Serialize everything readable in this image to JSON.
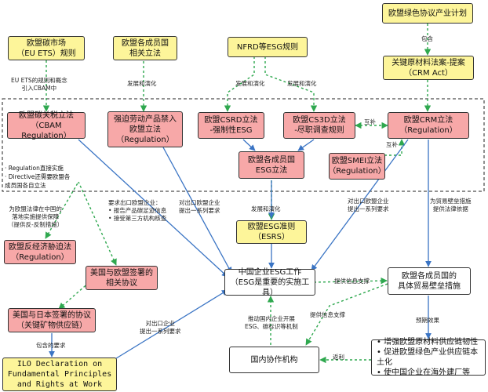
{
  "nodes": {
    "eu_green_plan": "欧盟绿色协议产业计划",
    "eu_carbon_market": [
      "欧盟碳市场",
      "（EU ETS）规则"
    ],
    "member_states_law": [
      "欧盟各成员国",
      "相关立法"
    ],
    "nfrd": "NFRD等ESG规则",
    "crma": [
      "关键原材料法案-提案",
      "（CRM Act）"
    ],
    "cbam": [
      "欧盟碳关税立法",
      "（CBAM Regulation）"
    ],
    "forced_labour": [
      "强迫劳动产品禁入",
      "欧盟立法",
      "（Regulation）"
    ],
    "csrd": [
      "欧盟CSRD立法",
      "-强制性ESG"
    ],
    "cs3d": [
      "欧盟CS3D立法",
      "-尽职调查规则"
    ],
    "crm_law": [
      "欧盟CRM立法",
      "（Regulation）"
    ],
    "member_esg": [
      "欧盟各成员国",
      "ESG立法"
    ],
    "smei": [
      "欧盟SMEI立法",
      "（Regulation）"
    ],
    "esrs": [
      "欧盟ESG准则",
      "（ESRS）"
    ],
    "anti_coercion": [
      "欧盟反经济胁迫法",
      "（Regulation）"
    ],
    "us_eu": [
      "美国与欧盟签署的",
      "相关协议"
    ],
    "us_japan": [
      "美国与日本签署的协议",
      "（关键矿物供应链）"
    ],
    "ilo": [
      "ILO Declaration on",
      "Fundamental Principles",
      "and Rights at Work"
    ],
    "cn_esg": [
      "中国企业ESG工作",
      "（ESG是重要的实施工具）"
    ],
    "trade_barrier": [
      "欧盟各成员国的",
      "具体贸易壁垒措施"
    ],
    "domestic": "国内协作机构",
    "effects": [
      "• 增强欧盟原材料供应链韧性",
      "• 促进欧盟绿色产业供应链本土化",
      "• 使中国企业在海外建厂等"
    ]
  },
  "notes": {
    "regulation_note": [
      "· Regulation直接实施",
      "· Directive还需要欧盟各",
      "  成员国各自立法"
    ]
  },
  "edge_labels": {
    "ets_cbam": [
      "EU ETS的规则和概念",
      "引入CBAM中"
    ],
    "dev1": "发展和演化",
    "dev2": "发展和演化",
    "dev3": "发展和演化",
    "dev4": "发展和演化",
    "include1": "包含",
    "mutual1": "互补",
    "mutual2": "互补",
    "cbam_req": [
      "要求出口欧盟企业：",
      "• 报告产品碳足迹信息",
      "• 接受第三方机构核查"
    ],
    "fl_req": [
      "对出口欧盟企业",
      "提出一系列要求"
    ],
    "crm_req": [
      "对出口欧盟企业",
      "提出一系列要求"
    ],
    "legal_basis": [
      "为贸易壁垒措施",
      "提供法律依据"
    ],
    "ac_note": [
      "为欧盟法律在中国的",
      "落地实施提供保障",
      "（提供反-反制措施）"
    ],
    "info_support1": "提供信息支撑",
    "promote": [
      "推动国内企业开展",
      "ESG、碳标识等机制"
    ],
    "info_support2": "提供信息支撑",
    "feedback": "返利",
    "expected": "预期效果",
    "ilo_req": [
      "对出口企业",
      "提出一系列要求"
    ],
    "include2": "包含的要求"
  }
}
